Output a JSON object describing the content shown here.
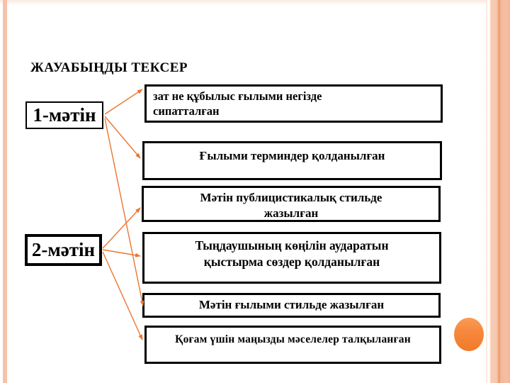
{
  "slide": {
    "title": "ЖАУАБЫҢДЫ ТЕКСЕР"
  },
  "diagram": {
    "sources": [
      {
        "id": "text1",
        "label": "1-мәтін"
      },
      {
        "id": "text2",
        "label": "2-мәтін"
      }
    ],
    "features": [
      {
        "id": "f1",
        "lines": [
          "зат не құбылыс ғылыми негізде",
          "сипатталған"
        ]
      },
      {
        "id": "f2",
        "lines": [
          "Ғылыми терминдер қолданылған"
        ]
      },
      {
        "id": "f3",
        "lines": [
          "Мәтін публицистикалық стильде",
          "жазылған"
        ]
      },
      {
        "id": "f4",
        "lines": [
          "Тыңдаушының көңілін аударатын",
          "қыстырма сөздер қолданылған"
        ]
      },
      {
        "id": "f5",
        "lines": [
          "Мәтін ғылыми стильде жазылған"
        ]
      },
      {
        "id": "f6",
        "lines": [
          "Қоғам үшін маңызды мәселелер талқыланған"
        ]
      }
    ],
    "connections": [
      {
        "from": "1-мәтін",
        "to": "зат не құбылыс ғылыми негізде сипатталған"
      },
      {
        "from": "1-мәтін",
        "to": "Ғылыми терминдер қолданылған"
      },
      {
        "from": "1-мәтін",
        "to": "Мәтін ғылыми стильде жазылған"
      },
      {
        "from": "2-мәтін",
        "to": "Мәтін публицистикалық стильде жазылған"
      },
      {
        "from": "2-мәтін",
        "to": "Тыңдаушының көңілін аударатын қыстырма сөздер қолданылған"
      },
      {
        "from": "2-мәтін",
        "to": "Қоғам үшін маңызды мәселелер талқыланған"
      }
    ],
    "colors": {
      "arrow": "#EC7531",
      "box_border": "#000000",
      "text": "#000000",
      "accent_circle": "#F5823B",
      "frame_stripe": "#F6C3AA"
    }
  }
}
